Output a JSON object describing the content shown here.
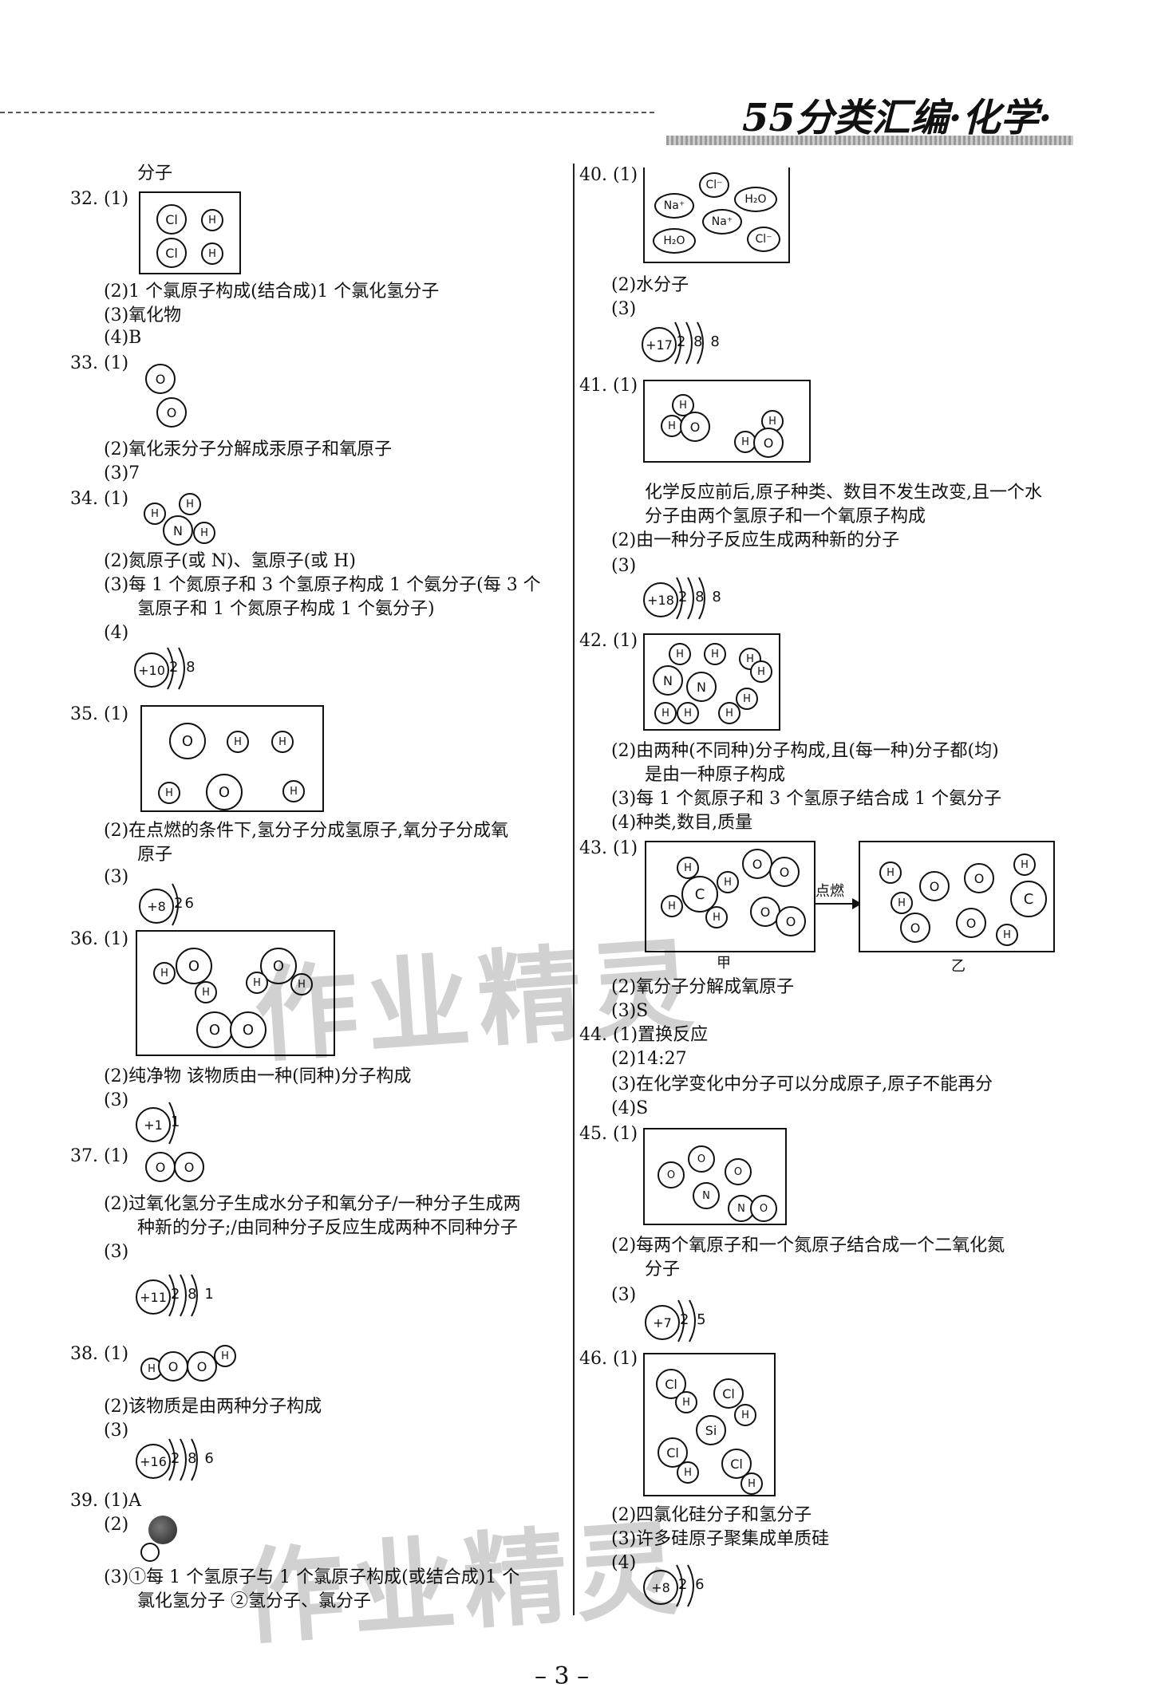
{
  "header": {
    "brand": "55分类汇编·化学·"
  },
  "page_number": "– 3 –",
  "watermark": "作业精灵",
  "left": {
    "q31_tail": "分子",
    "q32": {
      "n": "32. (1)",
      "p2": "(2)1 个氯原子构成(结合成)1 个氯化氢分子",
      "p3": "(3)氧化物",
      "p4": "(4)B"
    },
    "q33": {
      "n": "33. (1)",
      "p2": "(2)氧化汞分子分解成汞原子和氧原子",
      "p3": "(3)7"
    },
    "q34": {
      "n": "34. (1)",
      "p2": "(2)氮原子(或 N)、氢原子(或 H)",
      "p3a": "(3)每 1 个氮原子和 3 个氢原子构成 1 个氨分子(每 3 个",
      "p3b": "氢原子和 1 个氮原子构成 1 个氨分子)",
      "p4": "(4)"
    },
    "q35": {
      "n": "35. (1)",
      "p2a": "(2)在点燃的条件下,氢分子分成氢原子,氧分子分成氧",
      "p2b": "原子",
      "p3": "(3)"
    },
    "q36": {
      "n": "36. (1)",
      "p2": "(2)纯净物    该物质由一种(同种)分子构成",
      "p3": "(3)"
    },
    "q37": {
      "n": "37. (1)",
      "p2a": "(2)过氧化氢分子生成水分子和氧分子/一种分子生成两",
      "p2b": "种新的分子;/由同种分子反应生成两种不同种分子",
      "p3": "(3)"
    },
    "q38": {
      "n": "38. (1)",
      "p2": "(2)该物质是由两种分子构成",
      "p3": "(3)"
    },
    "q39": {
      "n": "39. (1)A",
      "p2": "(2)",
      "p3a": "(3)①每 1 个氢原子与 1 个氯原子构成(或结合成)1 个",
      "p3b": "氯化氢分子    ②氢分子、氯分子"
    }
  },
  "right": {
    "q40": {
      "n": "40. (1)",
      "p2": "(2)水分子",
      "p3": "(3)"
    },
    "q41": {
      "n": "41. (1)",
      "l1": "化学反应前后,原子种类、数目不发生改变,且一个水",
      "l2": "分子由两个氢原子和一个氧原子构成",
      "p2": "(2)由一种分子反应生成两种新的分子",
      "p3": "(3)"
    },
    "q42": {
      "n": "42. (1)",
      "p2a": "(2)由两种(不同种)分子构成,且(每一种)分子都(均)",
      "p2b": "是由一种原子构成",
      "p3": "(3)每 1 个氮原子和 3 个氢原子结合成 1 个氨分子",
      "p4": "(4)种类,数目,质量"
    },
    "q43": {
      "n": "43. (1)",
      "arrow": "点燃",
      "jia": "甲",
      "yi": "乙",
      "p2": "(2)氧分子分解成氧原子",
      "p3": "(3)S"
    },
    "q44": {
      "p1": "44. (1)置换反应",
      "p2": "(2)14:27",
      "p3": "(3)在化学变化中分子可以分成原子,原子不能再分",
      "p4": "(4)S"
    },
    "q45": {
      "n": "45. (1)",
      "p2a": "(2)每两个氧原子和一个氮原子结合成一个二氧化氮",
      "p2b": "分子",
      "p3": "(3)"
    },
    "q46": {
      "n": "46. (1)",
      "p2": "(2)四氯化硅分子和氢分子",
      "p3": "(3)许多硅原子聚集成单质硅",
      "p4": "(4)"
    }
  },
  "atoms": {
    "H": "H",
    "O": "O",
    "N": "N",
    "C": "C",
    "Cl": "Cl",
    "Si": "Si",
    "Na": "Na⁺",
    "Clm": "Cl⁻",
    "H2O": "H₂O"
  },
  "structures": {
    "s34": {
      "nucleus": "+10",
      "elec": "2 8"
    },
    "s35": {
      "nucleus": "+8",
      "elec": "26"
    },
    "s36": {
      "nucleus": "+1",
      "elec": "1"
    },
    "s37": {
      "nucleus": "+11",
      "elec": "2 8 1"
    },
    "s38": {
      "nucleus": "+16",
      "elec": "2 8 6"
    },
    "s40": {
      "nucleus": "+17",
      "elec": "2 8 8"
    },
    "s41": {
      "nucleus": "+18",
      "elec": "2 8 8"
    },
    "s45": {
      "nucleus": "+7",
      "elec": "2 5"
    },
    "s46": {
      "nucleus": "+8",
      "elec": "2 6"
    }
  }
}
